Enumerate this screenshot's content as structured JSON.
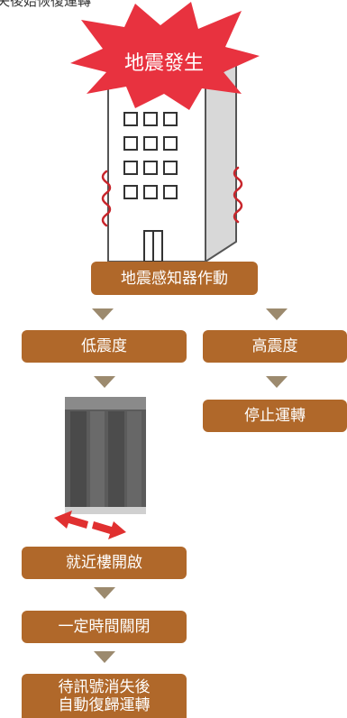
{
  "header_text": "失後始恢復運轉",
  "burst_label": "地震發生",
  "colors": {
    "box": "#b0682a",
    "arrow": "#9c8a6e",
    "burst": "#e8323f",
    "wave": "#c8262c",
    "move_arrow": "#e03030"
  },
  "sensor_box": "地震感知器作動",
  "low_branch": {
    "title": "低震度",
    "step1": "就近樓開啟",
    "step2": "一定時間關閉",
    "step3_line1": "待訊號消失後",
    "step3_line2": "自動復歸運轉"
  },
  "high_branch": {
    "title": "高震度",
    "step1": "停止運轉"
  },
  "icons": {
    "burst": "explosion-burst-icon",
    "building": "building-icon",
    "elevator": "elevator-car-icon",
    "move": "double-arrow-icon",
    "shake_waves": "shaking-wave-icon"
  }
}
